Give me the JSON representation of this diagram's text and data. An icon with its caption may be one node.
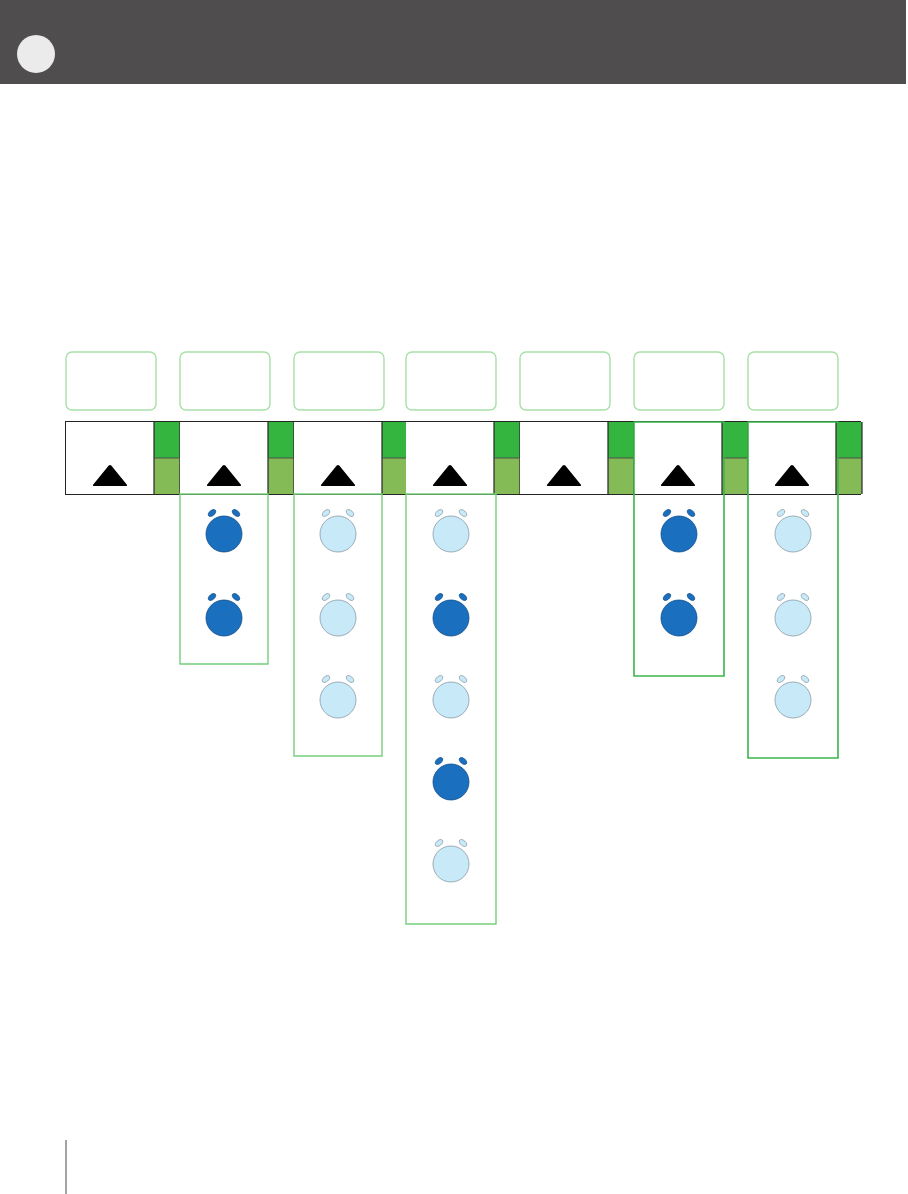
{
  "diagram": {
    "nodes": [
      {
        "text": [],
        "shape": "box"
      },
      {
        "text": [],
        "shape": "box"
      },
      {
        "text": [],
        "shape": "box"
      },
      {
        "text": [],
        "shape": "box"
      },
      {
        "text": [],
        "shape": "box"
      },
      {
        "text": [],
        "shape": "box"
      },
      {
        "text": [],
        "shape": "box"
      },
      {
        "text": [],
        "shape": "box"
      },
      {
        "text": [],
        "shape": "box"
      },
      {
        "text": [],
        "shape": "box"
      },
      {
        "text": [],
        "shape": "box"
      },
      {
        "text": [],
        "shape": "box"
      },
      {
        "text": [],
        "shape": "box",
        "in": 27
      },
      {
        "text": [],
        "shape": "box",
        "in": 30
      },
      {
        "text": [],
        "shape": "box"
      },
      {
        "text": [],
        "shape": "clock",
        "in": 14
      },
      {
        "text": [],
        "shape": "clock",
        "in": 14
      },
      {
        "text": [],
        "shape": "box"
      },
      {
        "text": [],
        "shape": "clock",
        "in": 17
      },
      {
        "text": [],
        "shape": "clock",
        "in": 17
      },
      {
        "text": [],
        "shape": "clock",
        "in": 17
      },
      {
        "text": [],
        "shape": "box"
      },
      {
        "text": [],
        "shape": "clock",
        "in": 21
      },
      {
        "text": [],
        "shape": "clock",
        "in": 21
      },
      {
        "text": [],
        "shape": "clock",
        "in": 21
      },
      {
        "text": [],
        "shape": "clock",
        "in": 21
      },
      {
        "text": [],
        "shape": "clock",
        "in": 21
      },
      {
        "text": [],
        "shape": "box"
      },
      {
        "text": [],
        "shape": "clock",
        "in": 27
      },
      {
        "text": [],
        "shape": "clock",
        "in": 27
      },
      {
        "text": [],
        "shape": "box"
      },
      {
        "text": [],
        "shape": "clock",
        "in": 30
      },
      {
        "text": [],
        "shape": "clock",
        "in": 30
      },
      {
        "text": [],
        "shape": "clock",
        "in": 30
      }
    ]
  }
}
